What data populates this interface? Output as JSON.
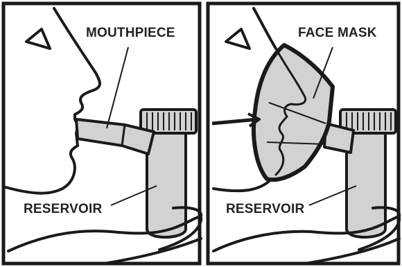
{
  "panels": [
    {
      "id": "mouthpiece",
      "labels": {
        "top": "MOUTHPIECE",
        "bottom": "RESERVOIR"
      }
    },
    {
      "id": "face-mask",
      "labels": {
        "top": "FACE MASK",
        "bottom": "RESERVOIR"
      }
    }
  ],
  "colors": {
    "ink": "#1a1a1a",
    "fill": "#d2d2d2",
    "background": "#ffffff"
  }
}
